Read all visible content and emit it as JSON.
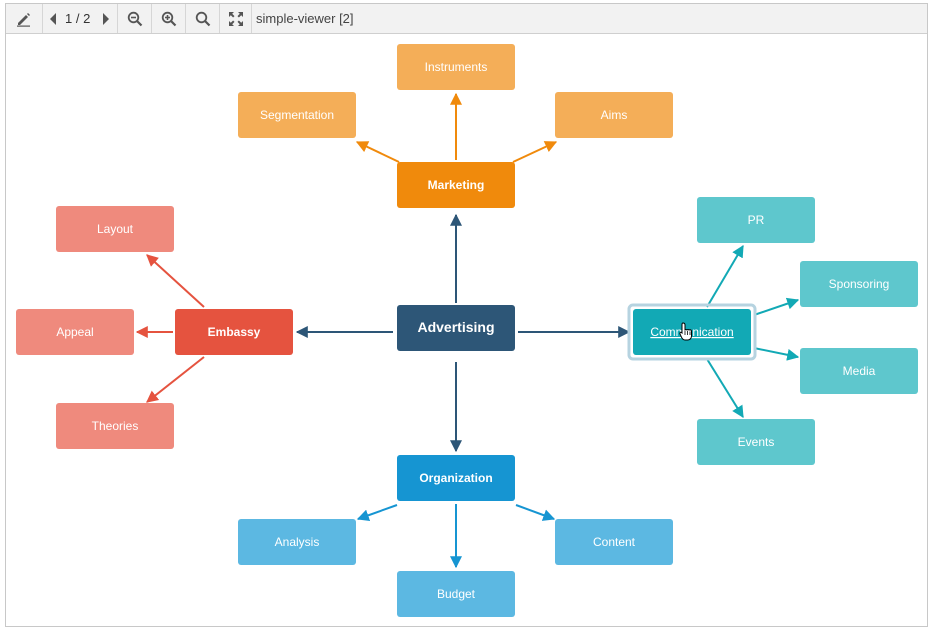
{
  "toolbar": {
    "page_indicator": "1 / 2",
    "title": "simple-viewer [2]",
    "icons": [
      "pencil-icon",
      "prev-page-icon",
      "next-page-icon",
      "zoom-out-icon",
      "zoom-in-icon",
      "zoom-reset-icon",
      "fullscreen-icon"
    ]
  },
  "colors": {
    "center": "#2d5677",
    "marketing": "#f08a0c",
    "marketing_child": "#f4ae58",
    "embassy": "#e5533f",
    "embassy_child": "#ef8a7d",
    "communication": "#12a9b5",
    "communication_child": "#5ec7cd",
    "organization": "#1695d2",
    "organization_child": "#5cb8e2"
  },
  "diagram": {
    "center": "Advertising",
    "marketing": {
      "label": "Marketing",
      "children": [
        "Instruments",
        "Segmentation",
        "Aims"
      ]
    },
    "embassy": {
      "label": "Embassy",
      "children": [
        "Layout",
        "Appeal",
        "Theories"
      ]
    },
    "communication": {
      "label": "Communication",
      "children": [
        "PR",
        "Sponsoring",
        "Media",
        "Events"
      ]
    },
    "organization": {
      "label": "Organization",
      "children": [
        "Analysis",
        "Budget",
        "Content"
      ]
    }
  }
}
